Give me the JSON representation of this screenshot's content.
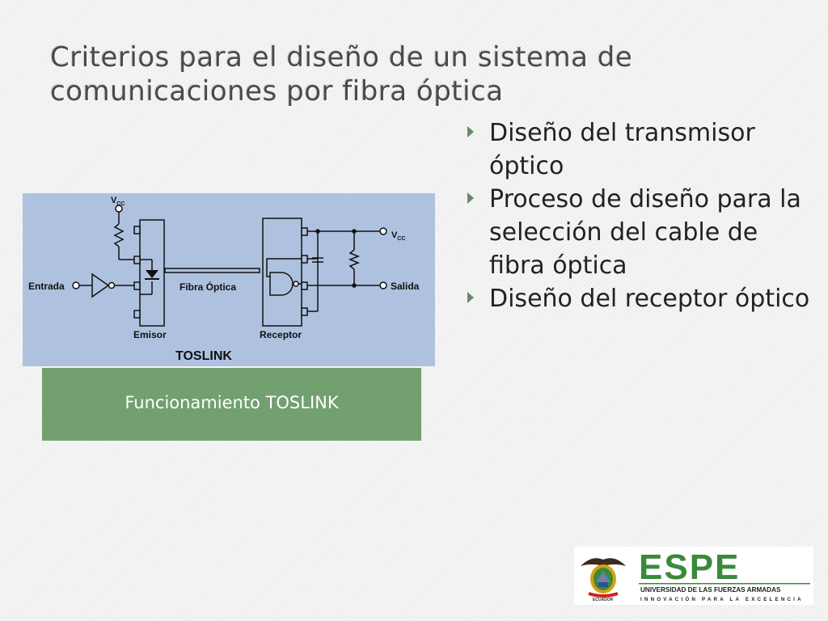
{
  "slide": {
    "title": "Criterios para el diseño de un sistema de comunicaciones por fibra óptica",
    "bullets": [
      "Diseño del transmisor óptico",
      "Proceso de diseño para la selección del cable de fibra óptica",
      "Diseño del receptor óptico"
    ]
  },
  "diagram": {
    "vcc_main": "V",
    "vcc_sub": "CC",
    "entrada": "Entrada",
    "fibra": "Fibra Óptica",
    "salida": "Salida",
    "emisor": "Emisor",
    "receptor": "Receptor",
    "toslink": "TOSLINK"
  },
  "caption": "Funcionamiento TOSLINK",
  "logo": {
    "brand": "ESPE",
    "line1": "UNIVERSIDAD DE LAS FUERZAS ARMADAS",
    "line2": "INNOVACIÓN PARA LA EXCELENCIA",
    "seal_text": "ECUADOR",
    "colors": {
      "green": "#3a8a3a",
      "brand_red": "#c8251d",
      "gold": "#d4a017"
    }
  }
}
